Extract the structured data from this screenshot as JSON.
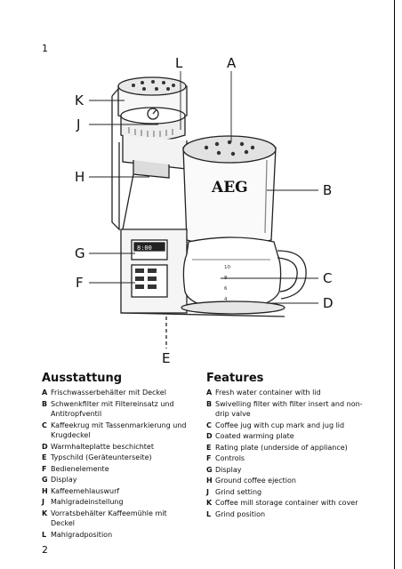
{
  "page": {
    "number_top": "1",
    "number_bottom": "2"
  },
  "figure": {
    "brand": "AEG",
    "display_text": "8:00",
    "cup_marks": [
      "10",
      "8",
      "6",
      "4"
    ],
    "callouts": {
      "A": "A",
      "B": "B",
      "C": "C",
      "D": "D",
      "E": "E",
      "F": "F",
      "G": "G",
      "H": "H",
      "J": "J",
      "K": "K",
      "L": "L"
    }
  },
  "ausstattung": {
    "title": "Ausstattung",
    "items": [
      {
        "key": "A",
        "text": "Frischwasserbehälter mit Deckel"
      },
      {
        "key": "B",
        "text": "Schwenkfilter mit Filtereinsatz und Antitropfventil"
      },
      {
        "key": "C",
        "text": "Kaffeekrug mit Tassenmarkierung und Krugdeckel"
      },
      {
        "key": "D",
        "text": "Warmhalteplatte beschichtet"
      },
      {
        "key": "E",
        "text": "Typschild (Geräteunterseite)"
      },
      {
        "key": "F",
        "text": "Bedienelemente"
      },
      {
        "key": "G",
        "text": "Display"
      },
      {
        "key": "H",
        "text": "Kaffeemehlauswurf"
      },
      {
        "key": "J",
        "text": "Mahlgradeinstellung"
      },
      {
        "key": "K",
        "text": "Vorratsbehälter Kaffeemühle mit Deckel"
      },
      {
        "key": "L",
        "text": "Mahlgradposition"
      }
    ]
  },
  "features": {
    "title": "Features",
    "items": [
      {
        "key": "A",
        "text": "Fresh water container with lid"
      },
      {
        "key": "B",
        "text": "Swivelling filter with filter insert and non-drip valve"
      },
      {
        "key": "C",
        "text": "Coffee jug with cup mark and jug lid"
      },
      {
        "key": "D",
        "text": "Coated warming plate"
      },
      {
        "key": "E",
        "text": "Rating plate (underside of appliance)"
      },
      {
        "key": "F",
        "text": "Controls"
      },
      {
        "key": "G",
        "text": "Display"
      },
      {
        "key": "H",
        "text": "Ground coffee ejection"
      },
      {
        "key": "J",
        "text": "Grind setting"
      },
      {
        "key": "K",
        "text": "Coffee mill storage container with cover"
      },
      {
        "key": "L",
        "text": "Grind position"
      }
    ]
  }
}
